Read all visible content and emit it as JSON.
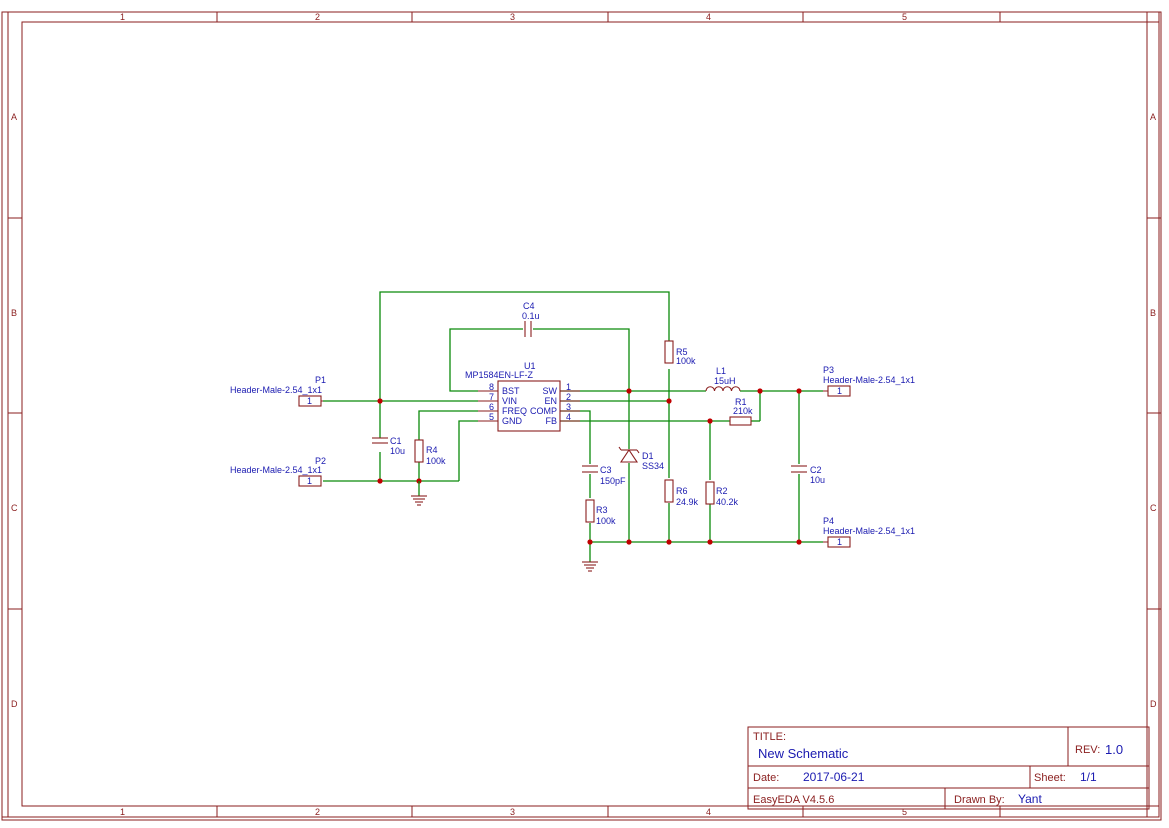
{
  "frame": {
    "columns": [
      "1",
      "2",
      "3",
      "4",
      "5"
    ],
    "rows": [
      "A",
      "B",
      "C",
      "D"
    ]
  },
  "title_block": {
    "title_caption": "TITLE:",
    "title_value": "New Schematic",
    "rev_caption": "REV:",
    "rev_value": "1.0",
    "date_caption": "Date:",
    "date_value": "2017-06-21",
    "sheet_caption": "Sheet:",
    "sheet_value": "1/1",
    "software": "EasyEDA V4.5.6",
    "drawn_caption": "Drawn By:",
    "drawn_value": "Yant"
  },
  "components": {
    "U1": {
      "ref": "U1",
      "value": "MP1584EN-LF-Z",
      "left_pins": [
        {
          "num": "8",
          "name": "BST"
        },
        {
          "num": "7",
          "name": "VIN"
        },
        {
          "num": "6",
          "name": "FREQ"
        },
        {
          "num": "5",
          "name": "GND"
        }
      ],
      "right_pins": [
        {
          "num": "1",
          "name": "SW"
        },
        {
          "num": "2",
          "name": "EN"
        },
        {
          "num": "3",
          "name": "COMP"
        },
        {
          "num": "4",
          "name": "FB"
        }
      ]
    },
    "P1": {
      "ref": "P1",
      "value": "Header-Male-2.54_1x1",
      "pin": "1"
    },
    "P2": {
      "ref": "P2",
      "value": "Header-Male-2.54_1x1",
      "pin": "1"
    },
    "P3": {
      "ref": "P3",
      "value": "Header-Male-2.54_1x1",
      "pin": "1"
    },
    "P4": {
      "ref": "P4",
      "value": "Header-Male-2.54_1x1",
      "pin": "1"
    },
    "C1": {
      "ref": "C1",
      "value": "10u"
    },
    "C2": {
      "ref": "C2",
      "value": "10u"
    },
    "C3": {
      "ref": "C3",
      "value": "150pF"
    },
    "C4": {
      "ref": "C4",
      "value": "0.1u"
    },
    "R1": {
      "ref": "R1",
      "value": "210k"
    },
    "R2": {
      "ref": "R2",
      "value": "40.2k"
    },
    "R3": {
      "ref": "R3",
      "value": "100k"
    },
    "R4": {
      "ref": "R4",
      "value": "100k"
    },
    "R5": {
      "ref": "R5",
      "value": "100k"
    },
    "R6": {
      "ref": "R6",
      "value": "24.9k"
    },
    "L1": {
      "ref": "L1",
      "value": "15uH"
    },
    "D1": {
      "ref": "D1",
      "value": "SS34"
    }
  }
}
